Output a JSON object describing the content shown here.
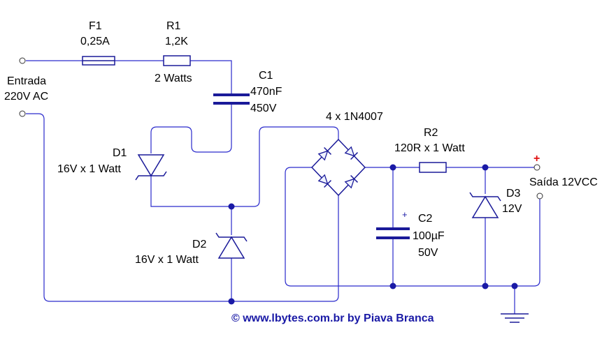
{
  "colors": {
    "wire": "#2a2acc",
    "component": "#1a1a99",
    "node": "#1a1aa6",
    "credit": "#1a1aa6",
    "polarity_plus": "#e01010"
  },
  "input": {
    "label": "Entrada",
    "voltage": "220V AC"
  },
  "f1": {
    "name": "F1",
    "value": "0,25A"
  },
  "r1": {
    "name": "R1",
    "value": "1,2K",
    "power": "2 Watts"
  },
  "c1": {
    "name": "C1",
    "value": "470nF",
    "voltage": "450V"
  },
  "d1": {
    "name": "D1",
    "spec": "16V x 1 Watt"
  },
  "d2": {
    "name": "D2",
    "spec": "16V x 1 Watt"
  },
  "bridge": {
    "label": "4 x 1N4007"
  },
  "r2": {
    "name": "R2",
    "spec": "120R x 1 Watt"
  },
  "c2": {
    "name": "C2",
    "value": "100µF",
    "voltage": "50V",
    "polarity": "+"
  },
  "d3": {
    "name": "D3",
    "value": "12V"
  },
  "output": {
    "label": "Saída 12VCC",
    "polarity": "+"
  },
  "credit": "© www.lbytes.com.br by Piava Branca"
}
